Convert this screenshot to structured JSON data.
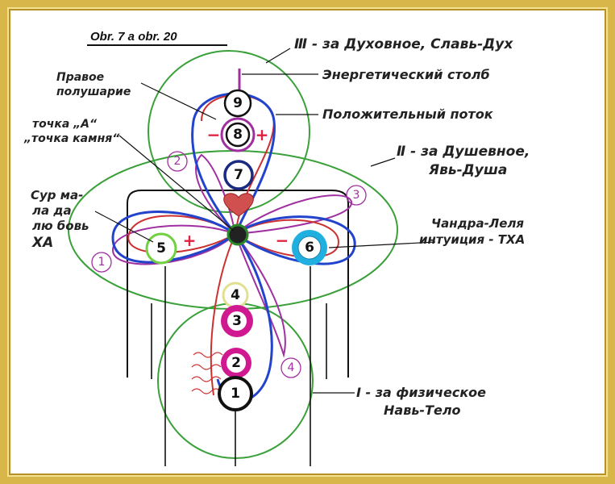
{
  "caption": "Obr. 7 a obr. 20",
  "labels": {
    "spirit_line1": "Ⅲ - за Духовное, Славь-Дух",
    "energy_column": "Энергетический столб",
    "right_hemisphere_1": "Правое",
    "right_hemisphere_2": "полушарие",
    "positive_flow": "Положительный поток",
    "point_a_1": "точка „А“",
    "point_a_2": "„точка камня“",
    "soul_line1": "Ⅱ - за Душевное,",
    "soul_line2": "Явь-Душа",
    "surma_1": "Сур ма-",
    "surma_2": "ла да",
    "surma_3": "лю бовь",
    "surma_4": "ХА",
    "chandra_1": "Чандра-Леля",
    "chandra_2": "интуиция - ТХА",
    "body_line1": "Ⅰ - за физическое",
    "body_line2": "Навь-Тело"
  },
  "chakras": {
    "c1": "1",
    "c2": "2",
    "c3": "3",
    "c4": "4",
    "c5": "5",
    "c6": "6",
    "c7": "7",
    "c8": "8",
    "c9": "9"
  },
  "loops": {
    "l1": "1",
    "l2": "2",
    "l3": "3",
    "l4": "4"
  },
  "signs": {
    "plus": "+",
    "minus": "−"
  },
  "colors": {
    "frame": "#d9b64a",
    "circle": "#3aa03a",
    "blue_flow": "#2244cc",
    "red_flow": "#cc3030",
    "purple_flow": "#a030a0",
    "magenta": "#d01890",
    "cyan": "#20b0e0",
    "navy": "#1a2a80"
  }
}
